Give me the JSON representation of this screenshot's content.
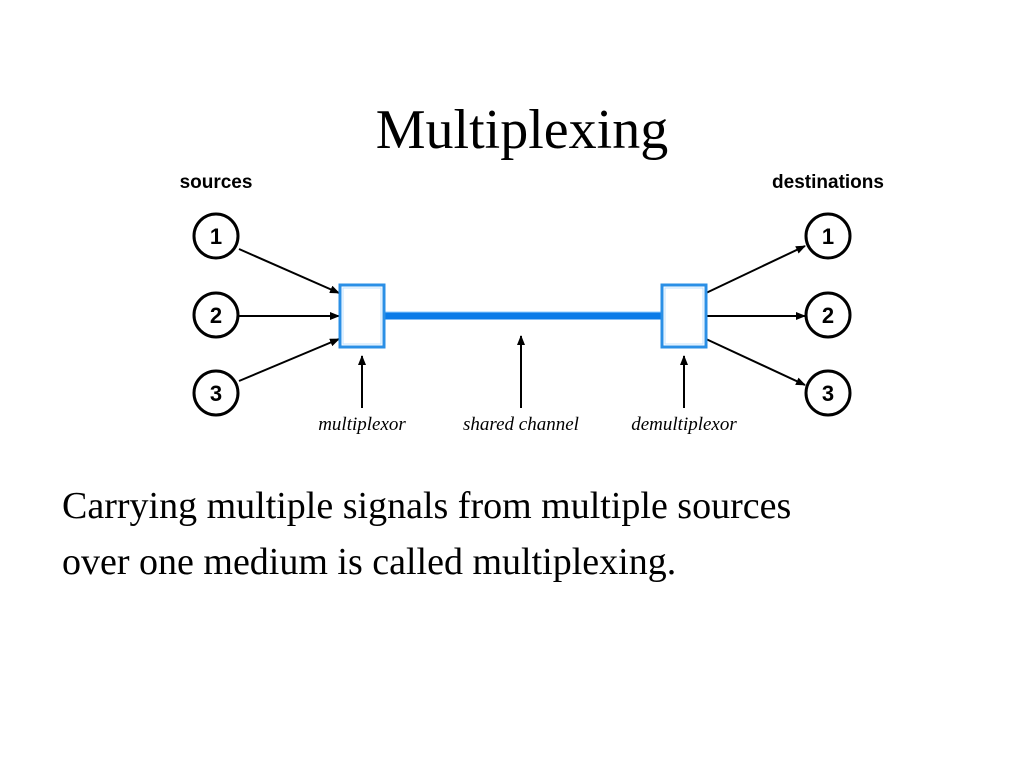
{
  "slide": {
    "title": "Multiplexing",
    "body_lines": [
      "Carrying multiple signals from multiple sources",
      "over one medium is called multiplexing."
    ]
  },
  "diagram": {
    "sources_label": "sources",
    "destinations_label": "destinations",
    "source_nodes": [
      "1",
      "2",
      "3"
    ],
    "destination_nodes": [
      "1",
      "2",
      "3"
    ],
    "multiplexor_label": "multiplexor",
    "channel_label": "shared channel",
    "demultiplexor_label": "demultiplexor",
    "colors": {
      "box_stroke": "#2a8fe6",
      "channel": "#0a7be8",
      "line": "#000000"
    }
  }
}
